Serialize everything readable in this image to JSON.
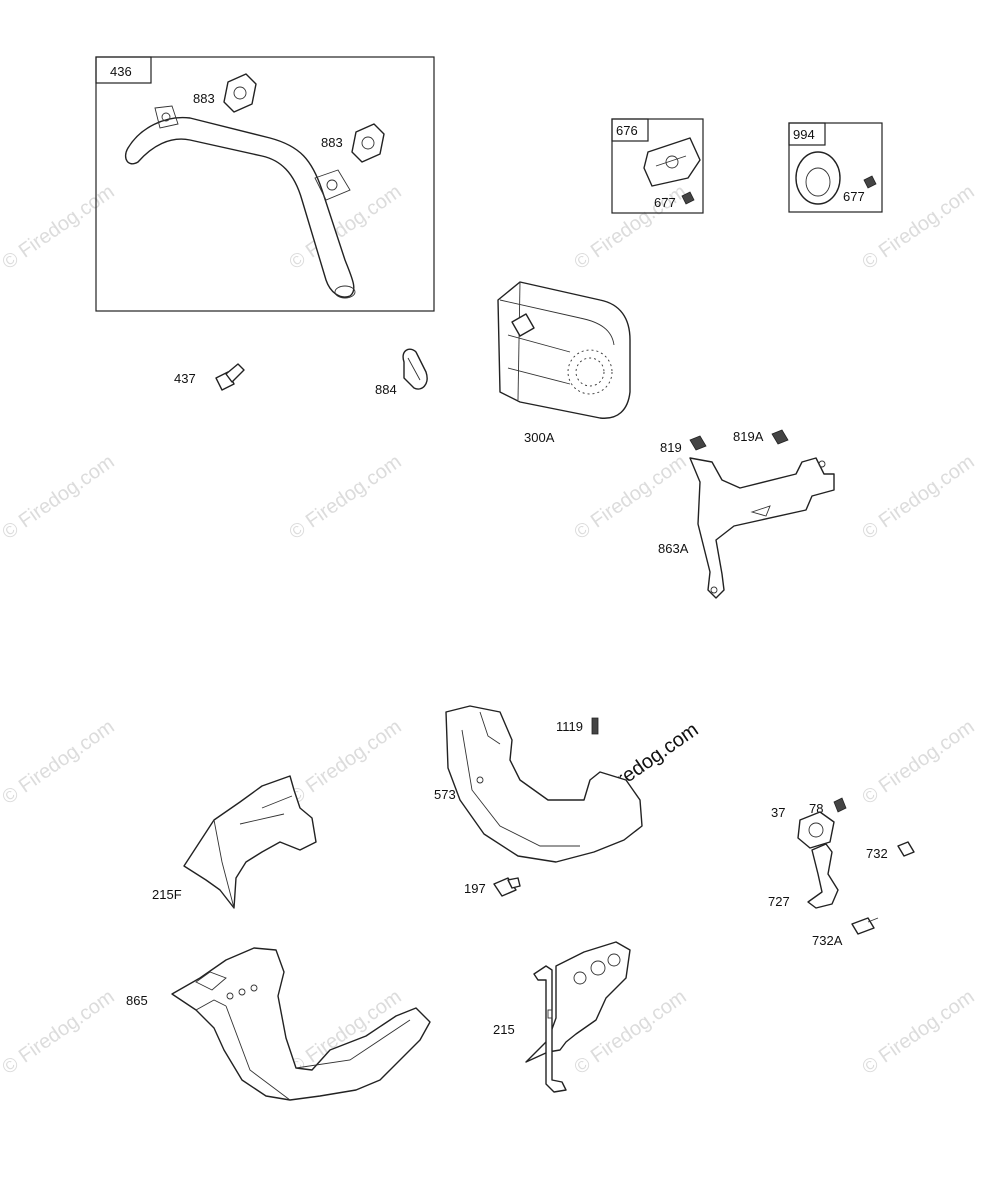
{
  "watermark": {
    "text": "© Firedog.com"
  },
  "labels": {
    "p436": "436",
    "p883a": "883",
    "p883b": "883",
    "p437": "437",
    "p884": "884",
    "p676": "676",
    "p677a": "677",
    "p994": "994",
    "p677b": "677",
    "p300A": "300A",
    "p819": "819",
    "p819A": "819A",
    "p863A": "863A",
    "p1119": "1119",
    "p573": "573",
    "p197": "197",
    "p215F": "215F",
    "p78": "78",
    "p37": "37",
    "p732": "732",
    "p727": "727",
    "p732A": "732A",
    "p865": "865",
    "p215": "215"
  }
}
